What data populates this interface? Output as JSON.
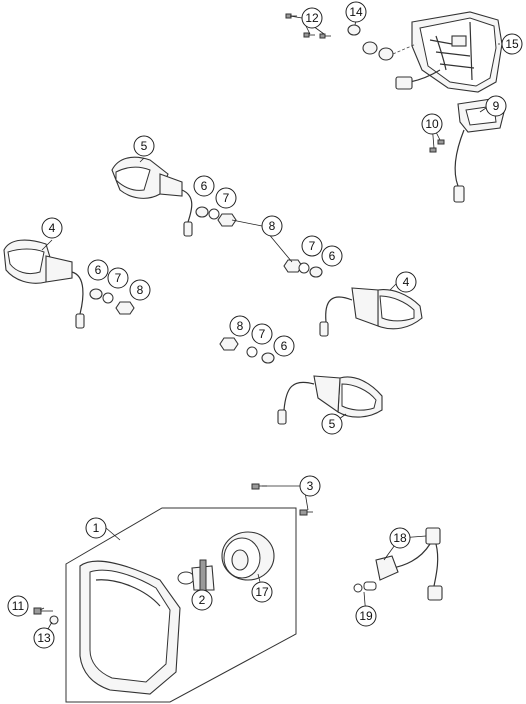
{
  "callouts": [
    {
      "id": "c1",
      "label": "1"
    },
    {
      "id": "c2",
      "label": "2"
    },
    {
      "id": "c3",
      "label": "3"
    },
    {
      "id": "c4a",
      "label": "4"
    },
    {
      "id": "c4b",
      "label": "4"
    },
    {
      "id": "c5a",
      "label": "5"
    },
    {
      "id": "c5b",
      "label": "5"
    },
    {
      "id": "c6a",
      "label": "6"
    },
    {
      "id": "c6b",
      "label": "6"
    },
    {
      "id": "c6c",
      "label": "6"
    },
    {
      "id": "c6d",
      "label": "6"
    },
    {
      "id": "c7a",
      "label": "7"
    },
    {
      "id": "c7b",
      "label": "7"
    },
    {
      "id": "c7c",
      "label": "7"
    },
    {
      "id": "c7d",
      "label": "7"
    },
    {
      "id": "c8a",
      "label": "8"
    },
    {
      "id": "c8b",
      "label": "8"
    },
    {
      "id": "c8c",
      "label": "8"
    },
    {
      "id": "c9",
      "label": "9"
    },
    {
      "id": "c10",
      "label": "10"
    },
    {
      "id": "c11",
      "label": "11"
    },
    {
      "id": "c12",
      "label": "12"
    },
    {
      "id": "c13",
      "label": "13"
    },
    {
      "id": "c14",
      "label": "14"
    },
    {
      "id": "c15",
      "label": "15"
    },
    {
      "id": "c17",
      "label": "17"
    },
    {
      "id": "c18",
      "label": "18"
    },
    {
      "id": "c19",
      "label": "19"
    }
  ]
}
